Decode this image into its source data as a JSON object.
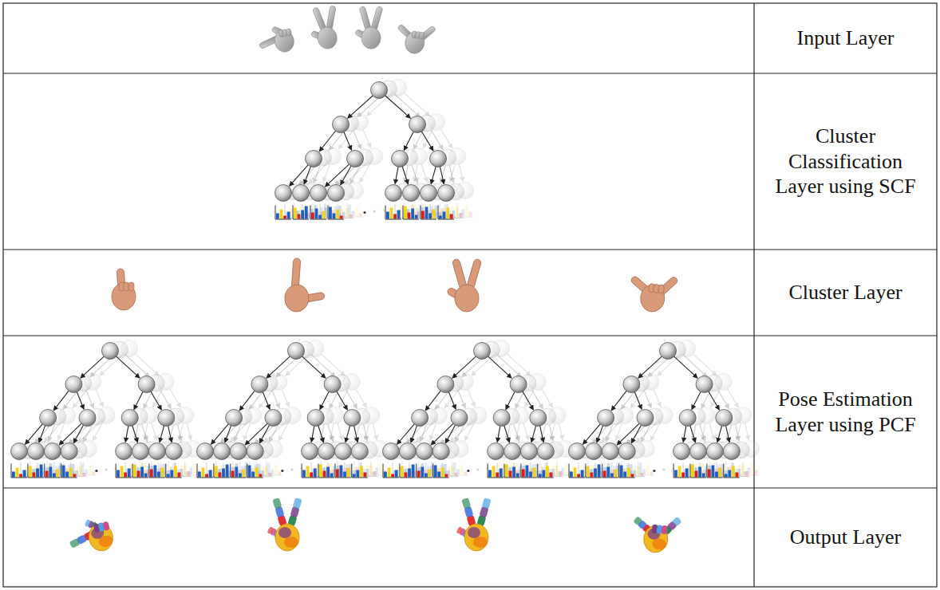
{
  "diagram": {
    "labels": [
      "Input Layer",
      "Cluster Classification Layer using SCF",
      "Cluster Layer",
      "Pose Estimation Layer using PCF",
      "Output Layer"
    ]
  }
}
